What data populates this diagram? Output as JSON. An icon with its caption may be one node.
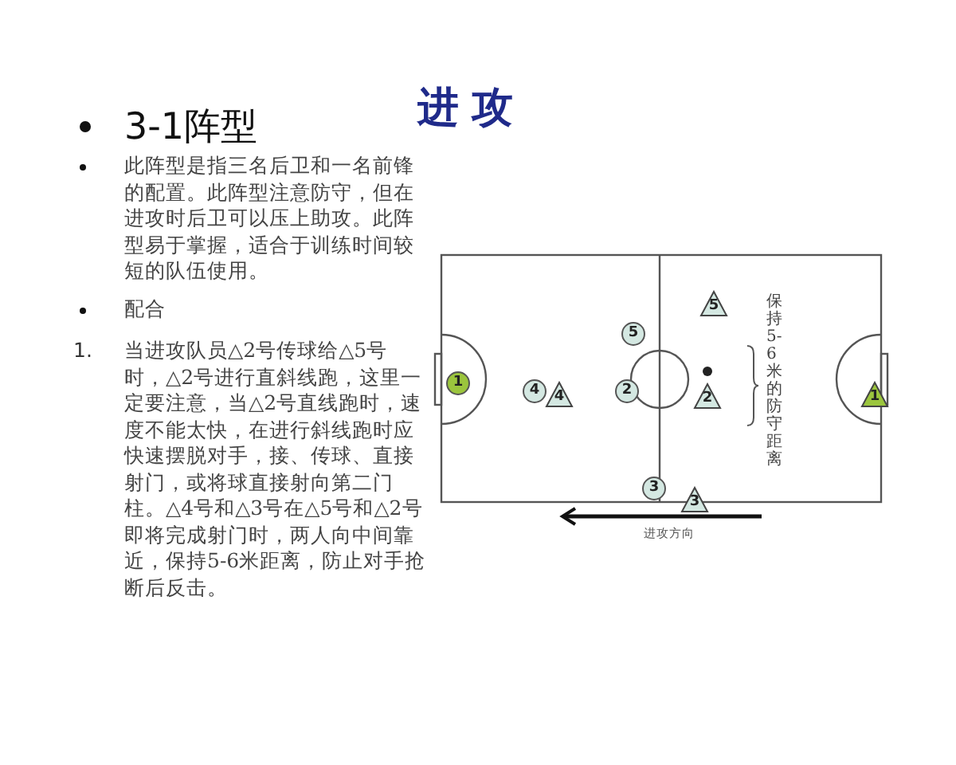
{
  "diagram": {
    "title": "进攻",
    "nodes": [
      {
        "text": [],
        "shape": "box"
      },
      {
        "text": [
          "5"
        ],
        "in": 0
      },
      {
        "text": [
          "5"
        ],
        "in": 0
      },
      {
        "text": [
          "1"
        ],
        "in": 0
      },
      {
        "text": [
          "4"
        ],
        "in": 0
      },
      {
        "text": [
          "4"
        ],
        "in": 0
      },
      {
        "text": [
          "2"
        ],
        "in": 0
      },
      {
        "text": [
          "2"
        ],
        "in": 0
      },
      {
        "text": [
          "1"
        ],
        "in": 0
      },
      {
        "text": [
          "3"
        ],
        "in": 0
      },
      {
        "text": [
          "3"
        ],
        "in": 0
      }
    ],
    "labels": [
      "3-1阵型",
      "此阵型是指三名后卫和一名前锋的配置。此阵型注意防守，但在进攻时后卫可以压上助攻。此阵型易于掌握，适合于训练时间较短的队伍使用。",
      "配合",
      "1.",
      "当进攻队员△2号传球给△5号时，△2号进行直斜线跑，这里一定要注意，当△2号直线跑时，速度不能太快，在进行斜线跑时应快速摆脱对手，接、传球、直接射门，或将球直接射向第二门柱。△4号和△3号在△5号和△2号即将完成射门时，两人向中间靠近，保持5-6米距离，防止对手抢断后反击。",
      "保持5-6米的防守距离",
      "进攻方向"
    ]
  }
}
